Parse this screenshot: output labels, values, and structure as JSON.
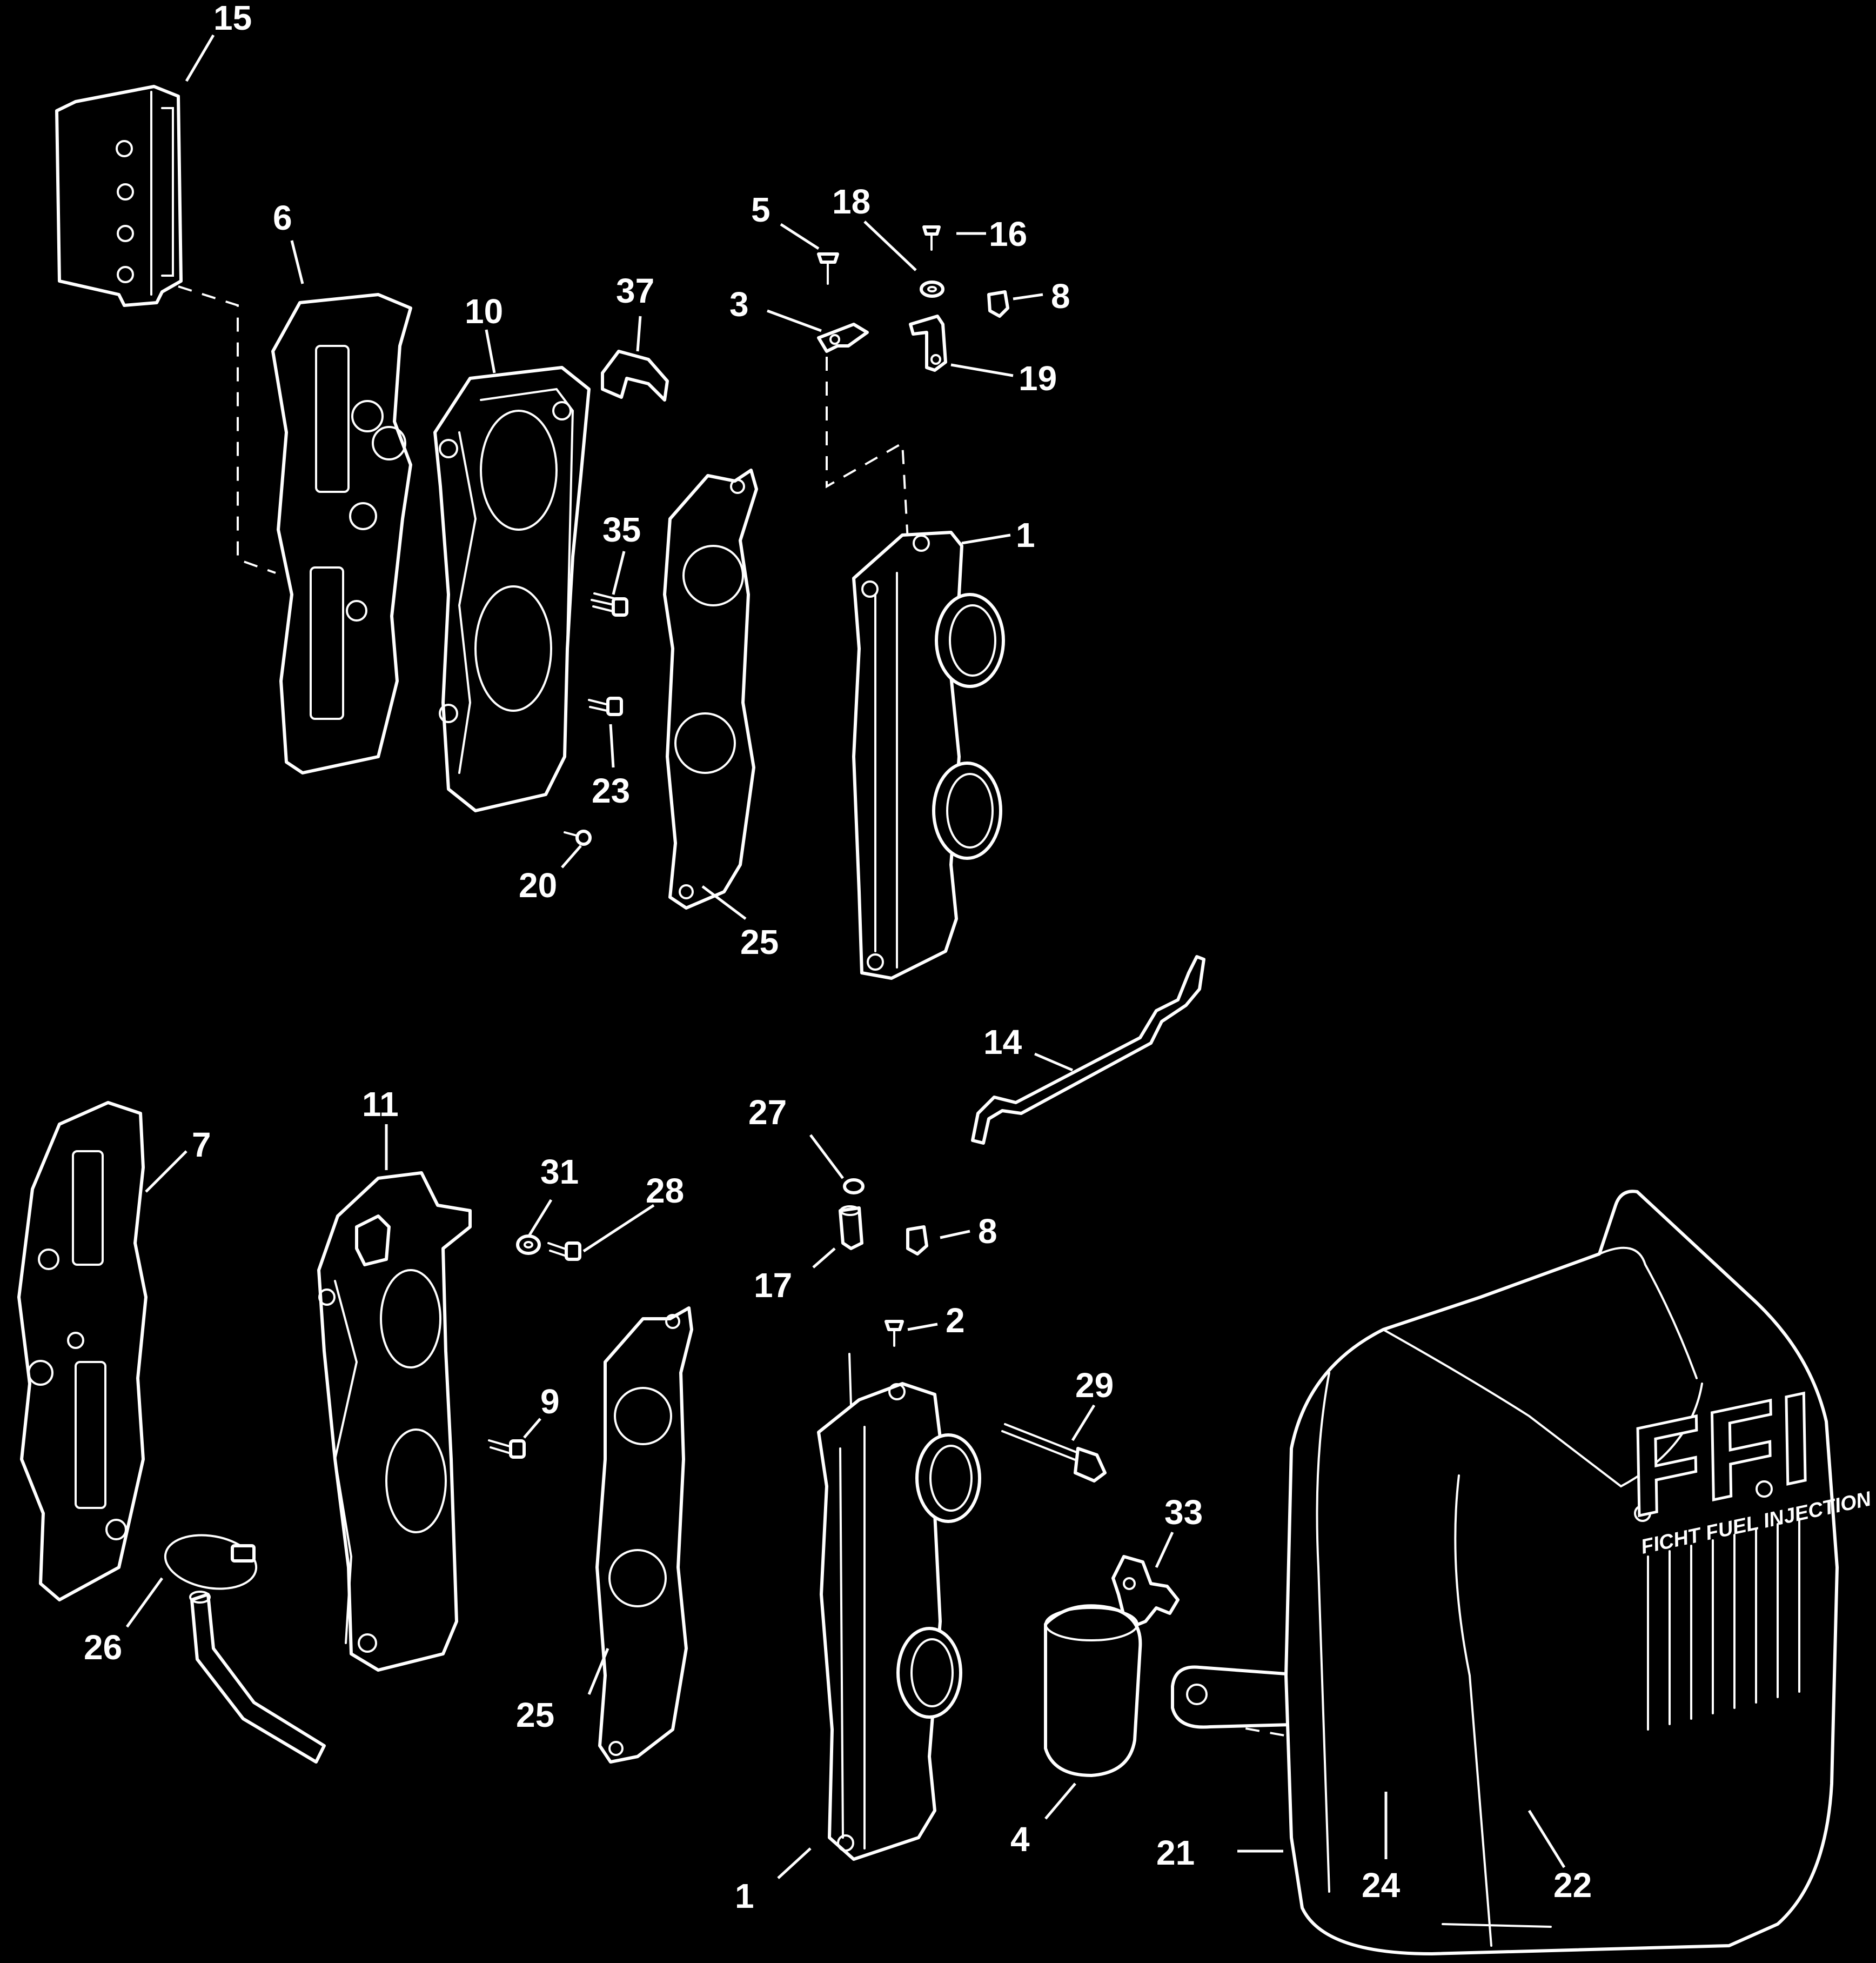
{
  "diagram": {
    "callouts": [
      {
        "id": "c15a",
        "text": "15"
      },
      {
        "id": "c6",
        "text": "6"
      },
      {
        "id": "c10",
        "text": "10"
      },
      {
        "id": "c37",
        "text": "37"
      },
      {
        "id": "c5",
        "text": "5"
      },
      {
        "id": "c18",
        "text": "18"
      },
      {
        "id": "c16",
        "text": "16"
      },
      {
        "id": "c3",
        "text": "3"
      },
      {
        "id": "c8a",
        "text": "8"
      },
      {
        "id": "c19",
        "text": "19"
      },
      {
        "id": "c35",
        "text": "35"
      },
      {
        "id": "c1a",
        "text": "1"
      },
      {
        "id": "c23",
        "text": "23"
      },
      {
        "id": "c20",
        "text": "20"
      },
      {
        "id": "c25a",
        "text": "25"
      },
      {
        "id": "c14",
        "text": "14"
      },
      {
        "id": "c11",
        "text": "11"
      },
      {
        "id": "c7",
        "text": "7"
      },
      {
        "id": "c27",
        "text": "27"
      },
      {
        "id": "c31",
        "text": "31"
      },
      {
        "id": "c28",
        "text": "28"
      },
      {
        "id": "c8b",
        "text": "8"
      },
      {
        "id": "c17",
        "text": "17"
      },
      {
        "id": "c2",
        "text": "2"
      },
      {
        "id": "c9",
        "text": "9"
      },
      {
        "id": "c29",
        "text": "29"
      },
      {
        "id": "c33",
        "text": "33"
      },
      {
        "id": "c26",
        "text": "26"
      },
      {
        "id": "c25b",
        "text": "25"
      },
      {
        "id": "c1b",
        "text": "1"
      },
      {
        "id": "c4",
        "text": "4"
      },
      {
        "id": "c21",
        "text": "21"
      },
      {
        "id": "c24",
        "text": "24"
      },
      {
        "id": "c22",
        "text": "22"
      }
    ],
    "logo": {
      "main": "FFI",
      "sub": "FICHT FUEL INJECTION"
    }
  }
}
